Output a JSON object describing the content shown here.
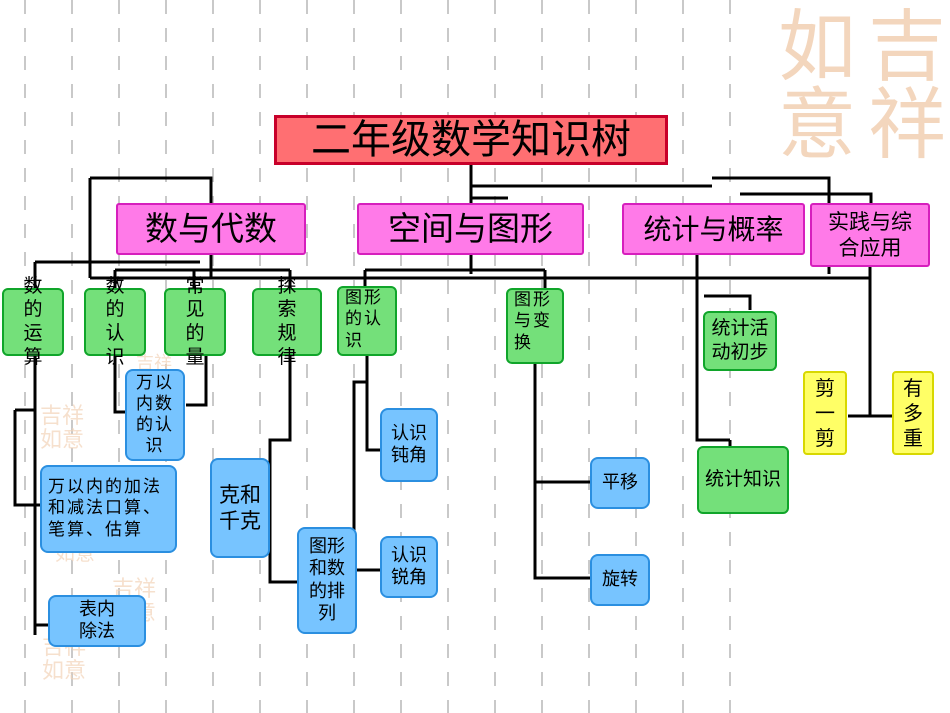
{
  "title": "二年级数学知识树",
  "decoration_text": "吉祥如意",
  "categories": {
    "algebra": "数与代数",
    "geometry": "空间与图形",
    "statistics": "统计与概率",
    "practice": "实践与综合应用"
  },
  "algebra_nodes": {
    "operations": "数的运算",
    "recognition": "数的认识",
    "quantities": "常见的量",
    "patterns": "探索规律"
  },
  "algebra_leaves": {
    "within_10000": "万以内数的认识",
    "add_sub": "万以内的加法和减法口算、笔算、估算",
    "table_division": "表内除法",
    "gram": "克和千克",
    "arrangement": "图形和数的排列"
  },
  "geometry_nodes": {
    "shape_recognition": "图形的认识",
    "transformation": "图形与变换"
  },
  "geometry_leaves": {
    "obtuse": "认识钝角",
    "acute": "认识锐角",
    "translation": "平移",
    "rotation": "旋转"
  },
  "statistics_nodes": {
    "activity": "统计活动初步",
    "knowledge": "统计知识"
  },
  "practice_nodes": {
    "cut": "剪一剪",
    "weight": "有多重"
  },
  "colors": {
    "title_fill": "#ff6f72",
    "category_fill": "#ff7ae8",
    "green_fill": "#74e07a",
    "blue_fill": "#77c4ff",
    "yellow_fill": "#ffff66",
    "connector": "#000000"
  }
}
